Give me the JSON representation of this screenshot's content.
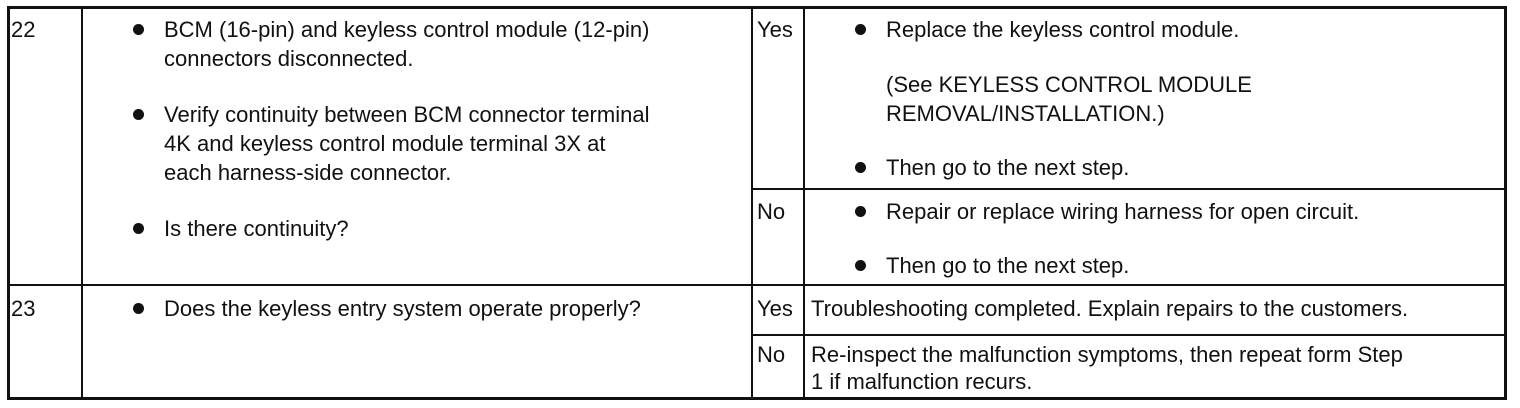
{
  "rows": [
    {
      "step": "22",
      "checks": [
        [
          "BCM (16-pin) and keyless control module (12-pin)",
          "connectors disconnected."
        ],
        [
          "Verify continuity between BCM connector terminal",
          "4K and keyless control module terminal 3X at",
          "each harness-side connector."
        ],
        [
          "Is there continuity?"
        ]
      ],
      "yes_label": "Yes",
      "yes_actions": [
        [
          "Replace the keyless control module."
        ],
        [
          "Then go to the next step."
        ]
      ],
      "yes_note": [
        "(See KEYLESS CONTROL MODULE",
        "REMOVAL/INSTALLATION.)"
      ],
      "no_label": "No",
      "no_actions": [
        [
          "Repair or replace wiring harness for open circuit."
        ],
        [
          "Then go to the next step."
        ]
      ]
    },
    {
      "step": "23",
      "checks": [
        [
          "Does the keyless entry system operate properly?"
        ]
      ],
      "yes_label": "Yes",
      "yes_text": [
        "Troubleshooting completed. Explain repairs to the customers."
      ],
      "no_label": "No",
      "no_text": [
        "Re-inspect the malfunction symptoms, then repeat form Step",
        "1 if malfunction recurs."
      ]
    }
  ]
}
